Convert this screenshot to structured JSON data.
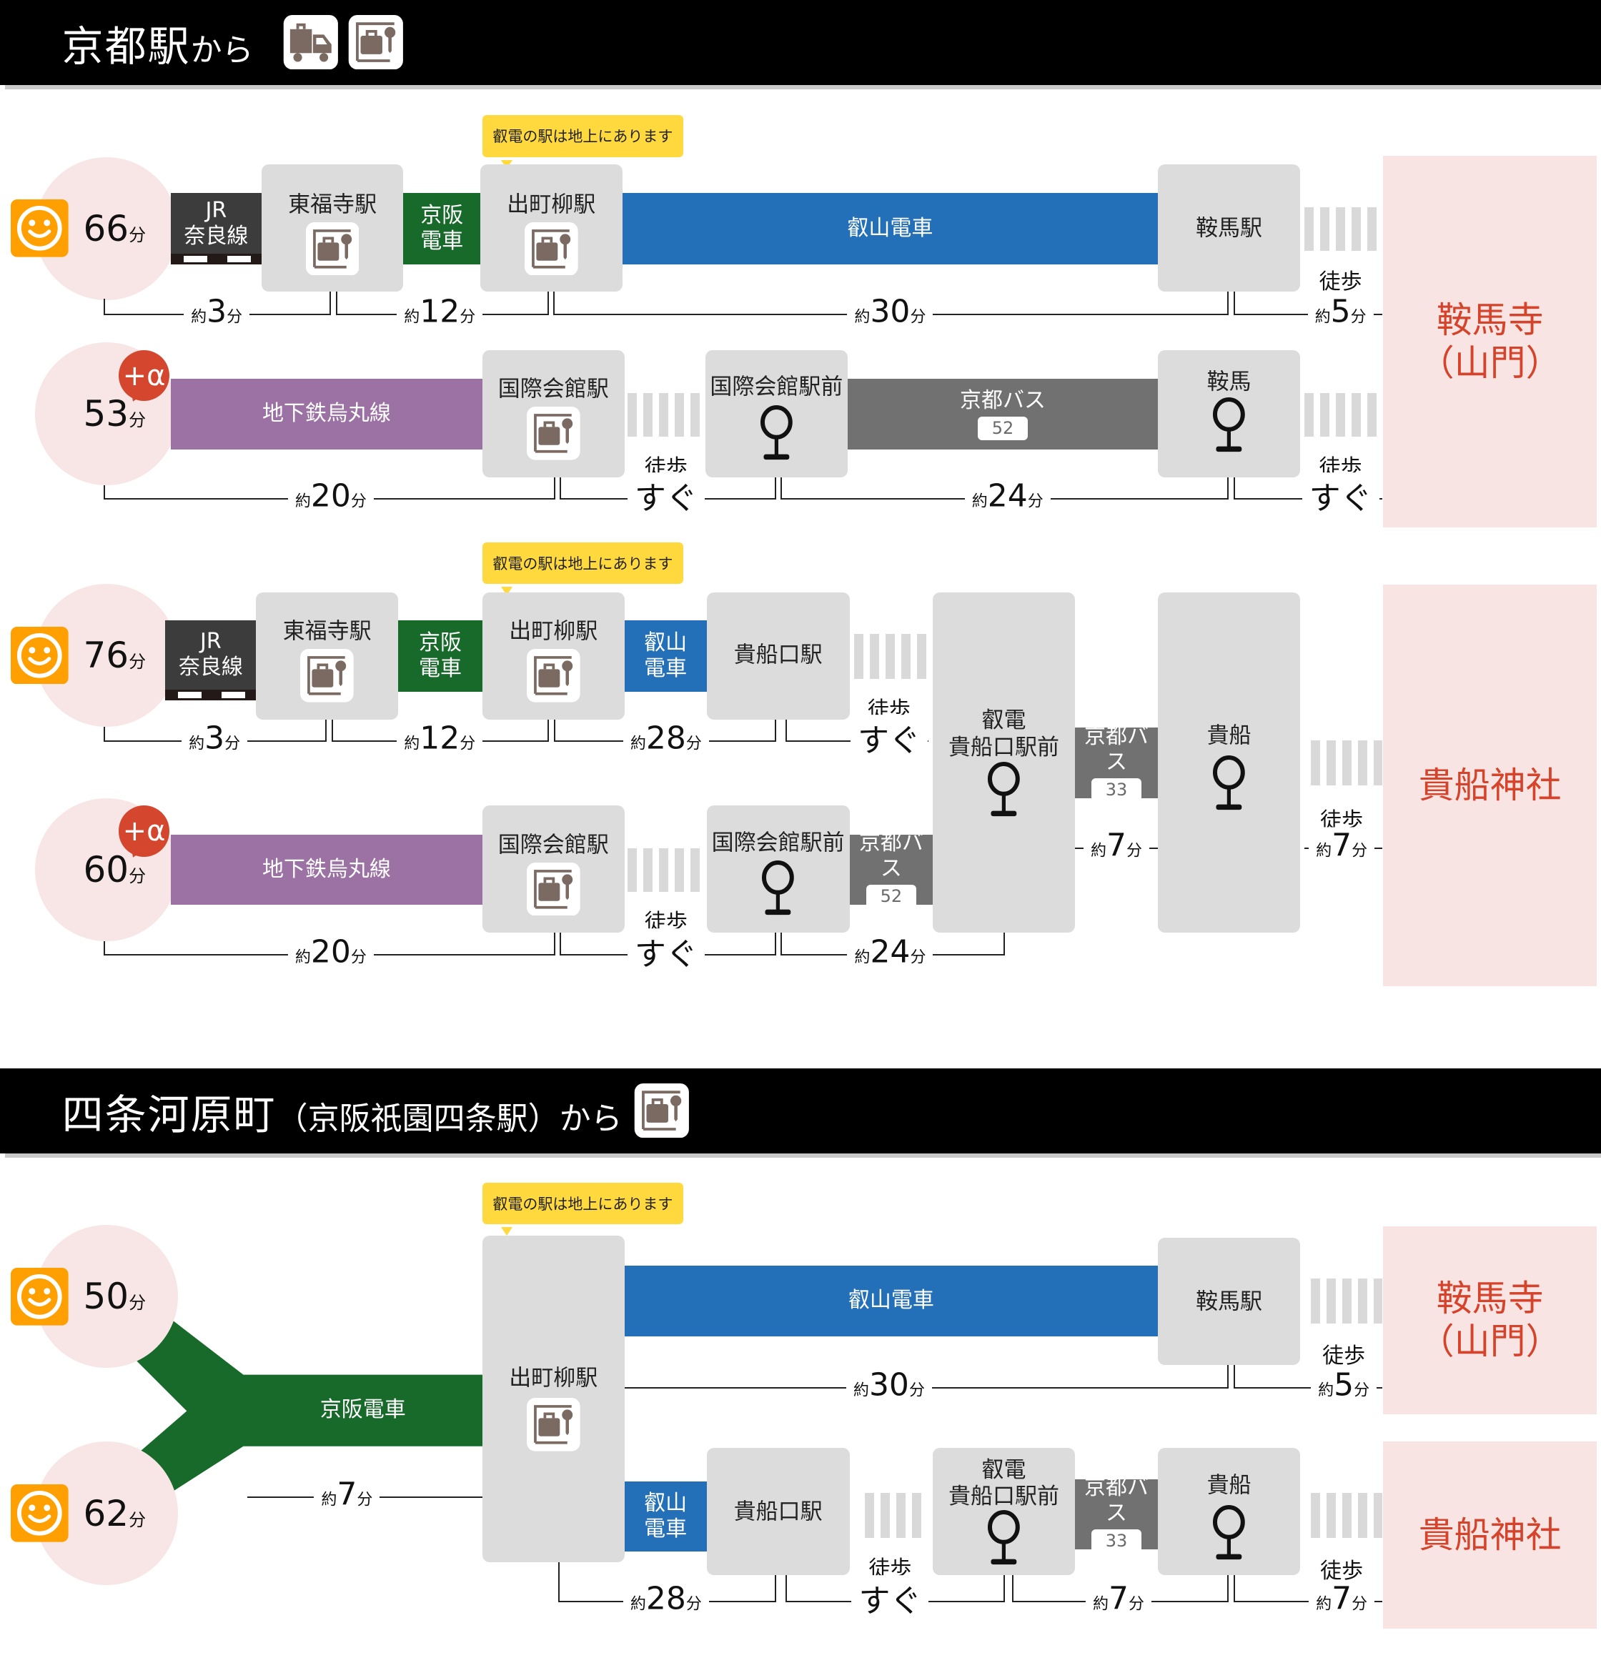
{
  "colors": {
    "jr": "#3c3c3c",
    "keihan": "#176a2a",
    "eizan": "#2470b8",
    "subway": "#9b72a3",
    "bus": "#717171",
    "station": "#dcdcdc",
    "destination_text": "#d5432b",
    "alpha": "#d4462e",
    "smiley": "#ff9f00",
    "note": "#ffd93d"
  },
  "header1": {
    "title_main": "京都駅",
    "title_sub": "から",
    "icons": [
      "truck-icon",
      "locker-icon"
    ]
  },
  "header2": {
    "title_main": "四条河原町",
    "title_sub": "（京阪祇園四条駅）から",
    "icons": [
      "locker-icon"
    ]
  },
  "note": "叡電の駅は地上にあります",
  "approx": "約",
  "unit": "分",
  "walk": "徒歩",
  "alpha": "+α",
  "destinations": [
    "鞍馬寺\n（山門）",
    "貴船神社"
  ],
  "routes": [
    {
      "time": "66",
      "lines": [
        "JR\n奈良線",
        "京阪\n電車",
        "叡山電車"
      ],
      "stations": [
        "東福寺駅",
        "出町柳駅",
        "鞍馬駅"
      ],
      "durations": [
        "3",
        "12",
        "30",
        "5"
      ]
    },
    {
      "time": "53",
      "lines": [
        "地下鉄烏丸線",
        "京都バス"
      ],
      "bus_no": "52",
      "stations": [
        "国際会館駅",
        "国際会館駅前",
        "鞍馬"
      ],
      "durations": [
        "20",
        "すぐ",
        "24",
        "すぐ"
      ]
    },
    {
      "time": "76",
      "lines": [
        "JR\n奈良線",
        "京阪\n電車",
        "叡山\n電車",
        "京都バス"
      ],
      "bus_no": "33",
      "stations": [
        "東福寺駅",
        "出町柳駅",
        "貴船口駅",
        "叡電\n貴船口駅前",
        "貴船"
      ],
      "durations": [
        "3",
        "12",
        "28",
        "すぐ",
        "7",
        "7"
      ]
    },
    {
      "time": "60",
      "lines": [
        "地下鉄烏丸線",
        "京都バス"
      ],
      "bus_no": "52",
      "stations": [
        "国際会館駅",
        "国際会館駅前"
      ],
      "durations": [
        "20",
        "すぐ",
        "24"
      ]
    },
    {
      "times": [
        "50",
        "62"
      ],
      "lines": [
        "京阪電車",
        "叡山電車",
        "叡山\n電車",
        "京都バス"
      ],
      "bus_no": "33",
      "stations": [
        "出町柳駅",
        "鞍馬駅",
        "貴船口駅",
        "叡電\n貴船口駅前",
        "貴船"
      ],
      "durations": [
        "7",
        "30",
        "5",
        "28",
        "すぐ",
        "7",
        "7"
      ]
    }
  ]
}
